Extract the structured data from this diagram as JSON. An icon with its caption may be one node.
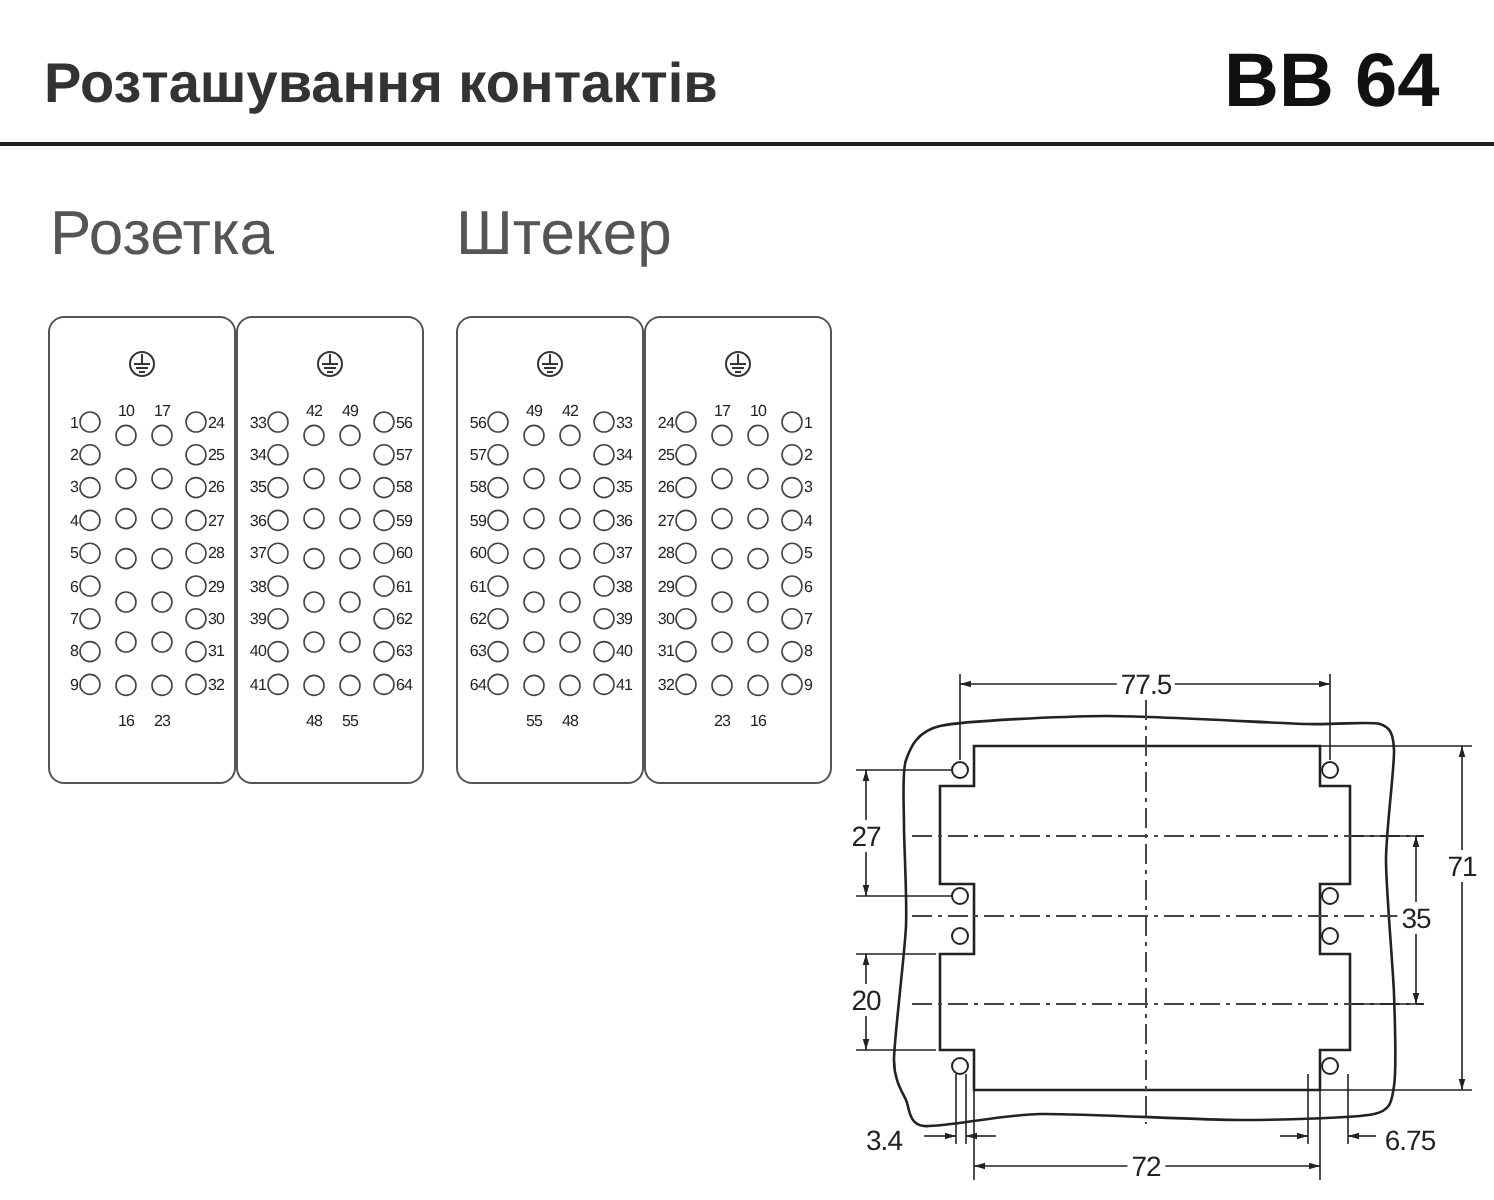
{
  "diagram": {
    "title": "Розташування контактів",
    "nodes": [
      {
        "text": [
          "10",
          "17",
          "1",
          "24",
          "2",
          "25",
          "3",
          "26",
          "4",
          "27",
          "5",
          "28",
          "6",
          "29",
          "7",
          "30",
          "8",
          "31",
          "9",
          "32",
          "16",
          "23"
        ]
      },
      {
        "text": [
          "42",
          "49",
          "33",
          "56",
          "34",
          "57",
          "35",
          "58",
          "36",
          "59",
          "37",
          "60",
          "38",
          "61",
          "39",
          "62",
          "40",
          "63",
          "41",
          "64",
          "48",
          "55"
        ]
      },
      {
        "text": [
          "49",
          "42",
          "56",
          "33",
          "57",
          "34",
          "58",
          "35",
          "59",
          "36",
          "60",
          "37",
          "61",
          "38",
          "62",
          "39",
          "63",
          "40",
          "64",
          "41",
          "55",
          "48"
        ]
      },
      {
        "text": [
          "17",
          "10",
          "24",
          "1",
          "25",
          "2",
          "26",
          "3",
          "27",
          "4",
          "28",
          "5",
          "29",
          "6",
          "30",
          "7",
          "31",
          "8",
          "32",
          "9",
          "23",
          "16"
        ]
      }
    ],
    "labels": [
      "BB 64",
      "Розетка",
      "Штекер",
      "77.5",
      "27",
      "71",
      "35",
      "20",
      "3.4",
      "72",
      "6.75"
    ]
  }
}
